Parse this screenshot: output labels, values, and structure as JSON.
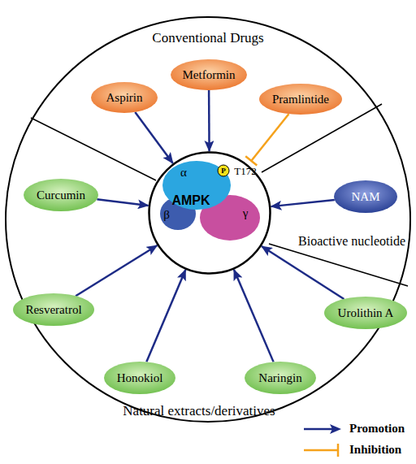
{
  "diagram": {
    "nodes": [
      {
        "text": [
          "Metformin"
        ]
      },
      {
        "text": [
          "Aspirin"
        ]
      },
      {
        "text": [
          "Pramlintide"
        ]
      },
      {
        "text": [
          "Curcumin"
        ]
      },
      {
        "text": [
          "AMPK"
        ]
      },
      {
        "text": [
          "NAM"
        ]
      },
      {
        "text": [
          "Resveratrol"
        ]
      },
      {
        "text": [
          "Urolithin A"
        ]
      },
      {
        "text": [
          "Honokiol"
        ]
      },
      {
        "text": [
          "Naringin"
        ]
      }
    ],
    "edges": [
      {
        "from": 0,
        "to": 4,
        "arrow": "to"
      },
      {
        "from": 1,
        "to": 4,
        "arrow": "to"
      },
      {
        "from": 2,
        "to": 4,
        "arrow": "to"
      },
      {
        "from": 3,
        "to": 4,
        "arrow": "to"
      },
      {
        "from": 5,
        "to": 4,
        "arrow": "to"
      },
      {
        "from": 6,
        "to": 4,
        "arrow": "to"
      },
      {
        "from": 7,
        "to": 4,
        "arrow": "to"
      },
      {
        "from": 8,
        "to": 4,
        "arrow": "to"
      },
      {
        "from": 9,
        "to": 4,
        "arrow": "to"
      }
    ],
    "labels": [
      "Conventional Drugs",
      "Bioactive nucleotide",
      "Natural extracts/derivatives",
      "α",
      "β",
      "γ",
      "T172",
      "P"
    ],
    "legend": [
      {
        "text": "Promotion"
      },
      {
        "text": "Inhibition"
      }
    ]
  }
}
